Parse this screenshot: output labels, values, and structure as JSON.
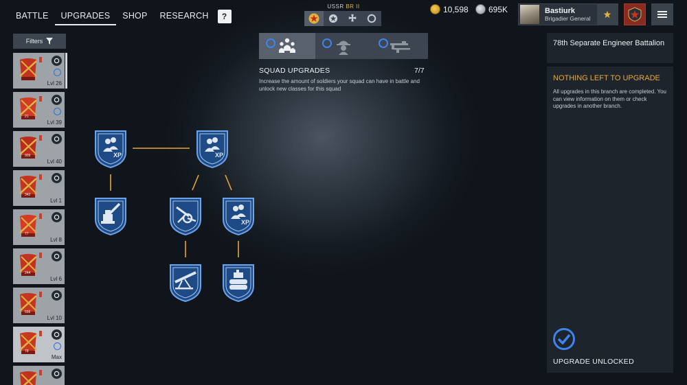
{
  "nav": {
    "items": [
      "BATTLE",
      "UPGRADES",
      "SHOP",
      "RESEARCH"
    ],
    "active": "UPGRADES",
    "help_label": "?"
  },
  "nation": {
    "name": "USSR",
    "br": "BR II"
  },
  "currency": {
    "gold": "10,598",
    "silver": "695K"
  },
  "profile": {
    "name": "Bastiurk",
    "rank": "Brigadier General"
  },
  "filters": {
    "label": "Filters"
  },
  "squads": [
    {
      "number": "",
      "level": "Lvl 26",
      "upgraded": true,
      "selected": false
    },
    {
      "number": "21",
      "level": "Lvl 39",
      "upgraded": true,
      "selected": false
    },
    {
      "number": "909",
      "level": "Lvl 40",
      "upgraded": false,
      "selected": false
    },
    {
      "number": "342",
      "level": "Lvl 1",
      "upgraded": false,
      "selected": false
    },
    {
      "number": "77",
      "level": "Lvl 8",
      "upgraded": false,
      "selected": false
    },
    {
      "number": "244",
      "level": "Lvl 6",
      "upgraded": false,
      "selected": false
    },
    {
      "number": "556",
      "level": "Lvl 10",
      "upgraded": false,
      "selected": false
    },
    {
      "number": "78",
      "level": "Max",
      "upgraded": true,
      "selected": true
    },
    {
      "number": "",
      "level": "",
      "upgraded": false,
      "selected": false
    }
  ],
  "branch": {
    "title": "SQUAD UPGRADES",
    "count": "7/7",
    "description": "Increase the amount of soldiers your squad can have in battle and unlock new classes for this squad"
  },
  "tree": {
    "xp_label": "XP"
  },
  "right_panel": {
    "squad_name": "78th Separate Engineer Battalion",
    "status": "NOTHING LEFT TO UPGRADE",
    "info": "All upgrades in this branch are completed. You can view information on them or check upgrades in another branch.",
    "footer": "UPGRADE UNLOCKED"
  },
  "colors": {
    "accent_blue": "#3e84ee",
    "status_orange": "#e9a93a",
    "tree_line": "#e3a73c",
    "shield_fill": "#1e4b86"
  }
}
